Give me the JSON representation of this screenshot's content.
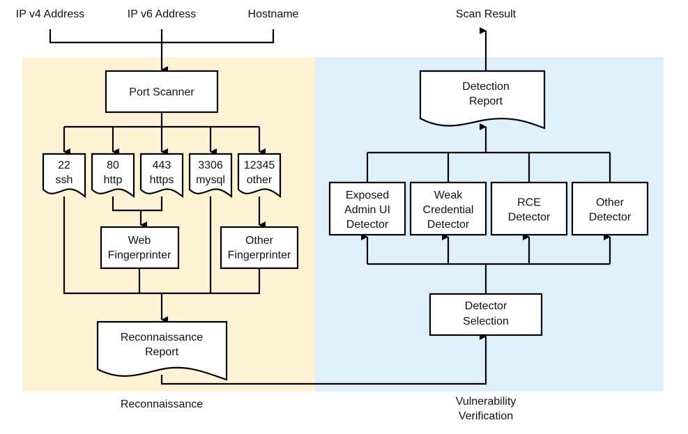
{
  "inputs": {
    "ipv4": "IP v4 Address",
    "ipv6": "IP v6 Address",
    "hostname": "Hostname"
  },
  "output": {
    "scan_result": "Scan Result"
  },
  "colors": {
    "recon_bg": "#fff3d6",
    "verify_bg": "#dff0fa"
  },
  "recon": {
    "section_label": "Reconnaissance",
    "port_scanner": "Port Scanner",
    "ports": [
      {
        "num": "22",
        "svc": "ssh"
      },
      {
        "num": "80",
        "svc": "http"
      },
      {
        "num": "443",
        "svc": "https"
      },
      {
        "num": "3306",
        "svc": "mysql"
      },
      {
        "num": "12345",
        "svc": "other"
      }
    ],
    "web_fp": [
      "Web",
      "Fingerprinter"
    ],
    "other_fp": [
      "Other",
      "Fingerprinter"
    ],
    "report": [
      "Reconnaissance",
      "Report"
    ]
  },
  "verify": {
    "section_label": [
      "Vulnerability",
      "Verification"
    ],
    "detection_report": [
      "Detection",
      "Report"
    ],
    "detectors": [
      [
        "Exposed",
        "Admin UI",
        "Detector"
      ],
      [
        "Weak",
        "Credential",
        "Detector"
      ],
      [
        "RCE",
        "Detector"
      ],
      [
        "Other",
        "Detector"
      ]
    ],
    "selection": [
      "Detector",
      "Selection"
    ]
  }
}
